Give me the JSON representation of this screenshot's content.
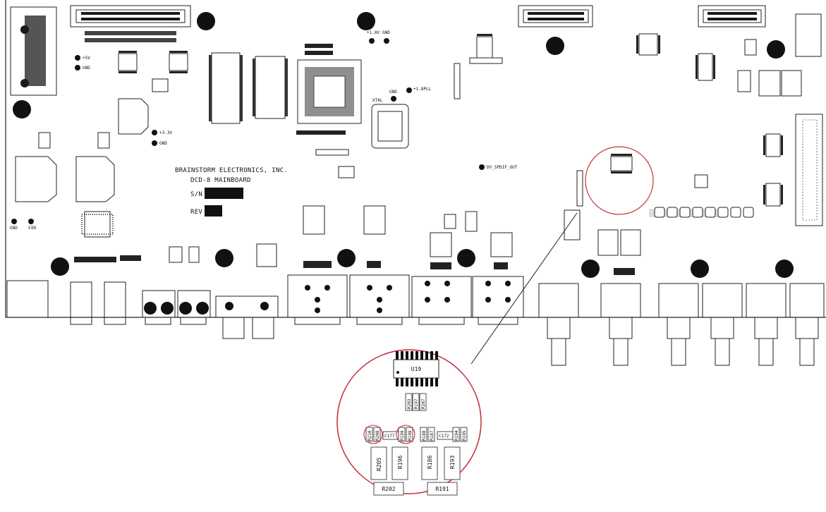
{
  "board": {
    "line1": "BRAINSTORM ELECTRONICS, INC.",
    "line2": "DCD-8 MAINBOARD",
    "sn_label": "S/N",
    "rev_label": "REV"
  },
  "test_points": {
    "p5v": "+5V",
    "gnd_a": "GND",
    "p33v": "+3.3V",
    "gnd_b": "GND",
    "gnd_c": "GND",
    "vin": "VIN",
    "p18v": "+1.8V",
    "gnd_d": "GND",
    "gnd_e": "GND",
    "pll": "+1.8PLL",
    "xtal": "XTAL",
    "spdif": "DV_SPDIF_OUT"
  },
  "zoom": {
    "chip": "U19",
    "row1": [
      "R203",
      "R197",
      "R207"
    ],
    "row2": [
      "R210",
      "R208",
      "C177",
      "R199",
      "R198",
      "R188",
      "R187",
      "C172",
      "R194",
      "R195"
    ],
    "row3": [
      "R205",
      "R196",
      "R186",
      "R193"
    ],
    "row4": [
      "R202",
      "R191"
    ]
  },
  "colors": {
    "outline": "#222222",
    "fill": "#1a1a1a",
    "highlight": "#c8303a"
  }
}
